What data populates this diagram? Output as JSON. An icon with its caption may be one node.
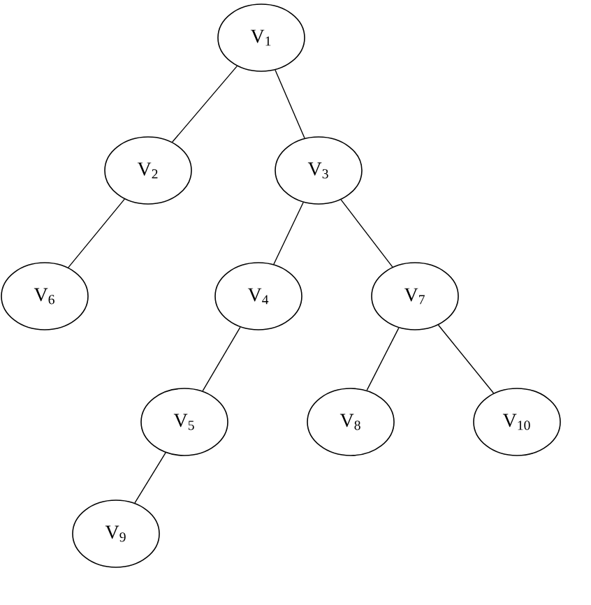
{
  "diagram": {
    "nodes": [
      {
        "text": [
          "V$_{1}$"
        ]
      },
      {
        "text": [
          "V$_{2}$"
        ]
      },
      {
        "text": [
          "V$_{3}$"
        ]
      },
      {
        "text": [
          "V$_{6}$"
        ]
      },
      {
        "text": [
          "V$_{4}$"
        ]
      },
      {
        "text": [
          "V$_{7}$"
        ]
      },
      {
        "text": [
          "V$_{5}$"
        ]
      },
      {
        "text": [
          "V$_{8}$"
        ]
      },
      {
        "text": [
          "V$_{10}$"
        ]
      },
      {
        "text": [
          "V$_{9}$"
        ]
      }
    ],
    "edges": [
      {
        "from": 0,
        "to": 1,
        "arrow": "none"
      },
      {
        "from": 0,
        "to": 2,
        "arrow": "none"
      },
      {
        "from": 1,
        "to": 3,
        "arrow": "none"
      },
      {
        "from": 2,
        "to": 4,
        "arrow": "none"
      },
      {
        "from": 2,
        "to": 5,
        "arrow": "none"
      },
      {
        "from": 4,
        "to": 6,
        "arrow": "none"
      },
      {
        "from": 5,
        "to": 7,
        "arrow": "none"
      },
      {
        "from": 5,
        "to": 8,
        "arrow": "none"
      },
      {
        "from": 6,
        "to": 9,
        "arrow": "none"
      }
    ]
  }
}
